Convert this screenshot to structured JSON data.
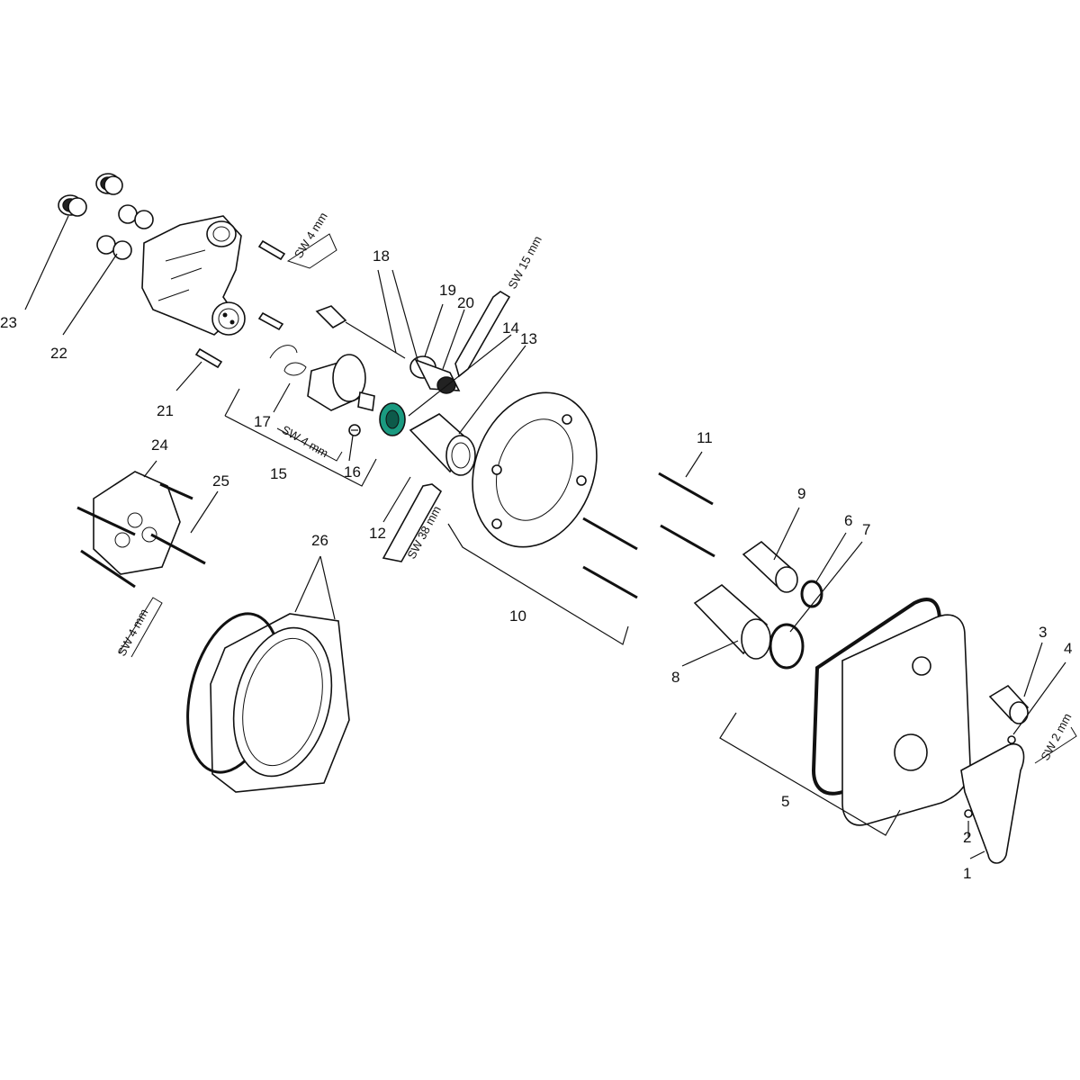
{
  "highlight_color": "#1a9a80",
  "callouts": {
    "c1": "1",
    "c2": "2",
    "c3": "3",
    "c4": "4",
    "c5": "5",
    "c6": "6",
    "c7": "7",
    "c8": "8",
    "c9": "9",
    "c10": "10",
    "c11": "11",
    "c12": "12",
    "c13": "13",
    "c14": "14",
    "c15": "15",
    "c16": "16",
    "c17": "17",
    "c18": "18",
    "c19": "19",
    "c20": "20",
    "c21": "21",
    "c22": "22",
    "c23": "23",
    "c24": "24",
    "c25": "25",
    "c26": "26"
  },
  "tools": {
    "sw4_top": "SW 4 mm",
    "sw15": "SW 15 mm",
    "sw4_mid": "SW 4 mm",
    "sw38": "SW 38 mm",
    "sw4_left": "SW 4 mm",
    "sw2": "SW 2 mm"
  },
  "icons": {
    "hex_key": "hex-key-icon",
    "wrench": "wrench-icon"
  }
}
